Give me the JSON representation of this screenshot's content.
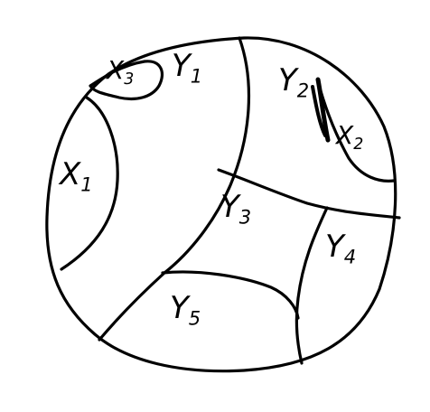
{
  "diagram": {
    "regions": [
      {
        "id": "x3",
        "letter": "X",
        "index": "3"
      },
      {
        "id": "y1",
        "letter": "Y",
        "index": "1"
      },
      {
        "id": "x1",
        "letter": "X",
        "index": "1"
      },
      {
        "id": "y2",
        "letter": "Y",
        "index": "2"
      },
      {
        "id": "x2",
        "letter": "X",
        "index": "2"
      },
      {
        "id": "y3",
        "letter": "Y",
        "index": "3"
      },
      {
        "id": "y4",
        "letter": "Y",
        "index": "4"
      },
      {
        "id": "y5",
        "letter": "Y",
        "index": "5"
      }
    ],
    "colors": {
      "ink": "#000000",
      "paper": "#ffffff"
    }
  }
}
